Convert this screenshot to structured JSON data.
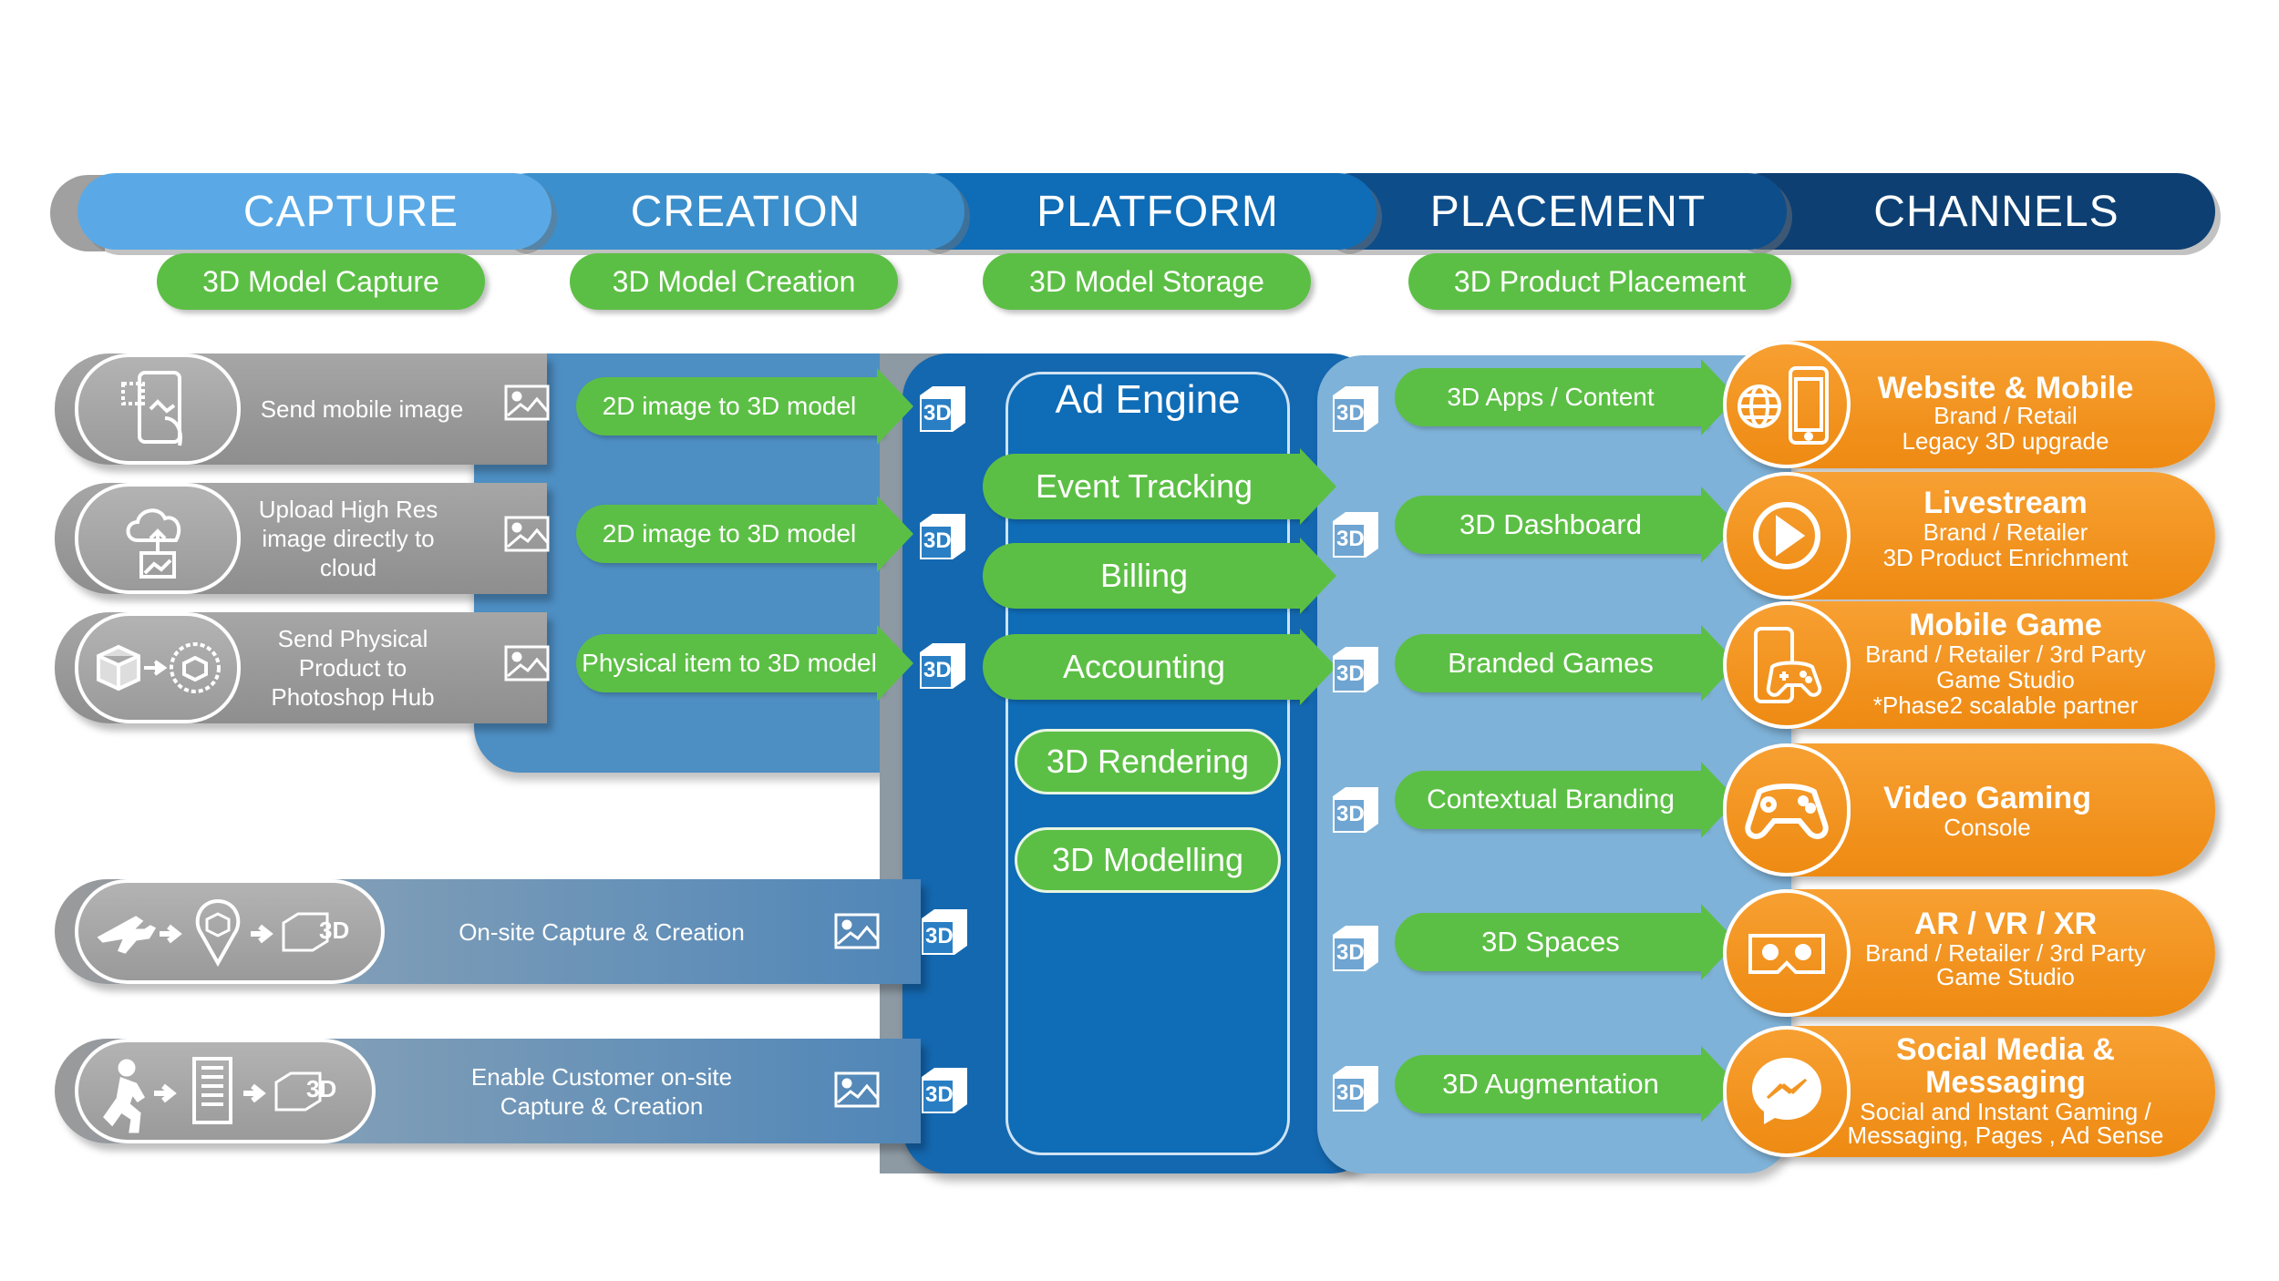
{
  "stages": {
    "capture": "CAPTURE",
    "creation": "CREATION",
    "platform": "PLATFORM",
    "placement": "PLACEMENT",
    "channels": "CHANNELS"
  },
  "stage_subtitles": {
    "capture": "3D Model Capture",
    "creation": "3D Model Creation",
    "platform": "3D Model Storage",
    "placement": "3D Product Placement"
  },
  "capture_rows": [
    {
      "text": "Send mobile image",
      "icon": "mobile-image-icon"
    },
    {
      "text": "Upload High Res image directly to cloud",
      "icon": "cloud-upload-icon"
    },
    {
      "text": "Send Physical Product to Photoshop Hub",
      "icon": "ship-product-icon"
    },
    {
      "text": "On-site Capture & Creation",
      "icon": "onsite-capture-icon"
    },
    {
      "text": "Enable Customer on-site Capture & Creation",
      "icon": "customer-capture-icon"
    }
  ],
  "creation_arrows": [
    "2D image to 3D model",
    "2D image to 3D model",
    "Physical item to 3D model"
  ],
  "ad_engine": {
    "title": "Ad Engine",
    "arrow_items": [
      "Event Tracking",
      "Billing",
      "Accounting"
    ],
    "items": [
      "3D Rendering",
      "3D Modelling"
    ]
  },
  "placement_arrows": [
    "3D Apps / Content",
    "3D Dashboard",
    "Branded Games",
    "Contextual Branding",
    "3D Spaces",
    "3D Augmentation"
  ],
  "channels": [
    {
      "title": "Website & Mobile",
      "lines": [
        "Brand / Retail",
        "Legacy 3D upgrade"
      ],
      "icon": "globe-phone-icon"
    },
    {
      "title": "Livestream",
      "lines": [
        "Brand / Retailer",
        "3D Product Enrichment"
      ],
      "icon": "play-icon"
    },
    {
      "title": "Mobile Game",
      "lines": [
        "Brand / Retailer / 3rd Party",
        "Game Studio",
        "*Phase2 scalable partner"
      ],
      "icon": "mobile-gamepad-icon"
    },
    {
      "title": "Video Gaming",
      "lines": [
        "Console"
      ],
      "icon": "gamepad-icon"
    },
    {
      "title": "AR / VR / XR",
      "lines": [
        "Brand / Retailer / 3rd Party",
        "Game Studio"
      ],
      "icon": "vr-headset-icon"
    },
    {
      "title": "Social Media & Messaging",
      "lines": [
        "Social and Instant Gaming /",
        "Messaging, Pages , Ad Sense"
      ],
      "icon": "messenger-icon"
    }
  ],
  "icon_label": "3D",
  "colors": {
    "capture": "#5aa9e6",
    "creation": "#3d8fc9",
    "platform": "#0f6fb8",
    "placement": "#0c4f8a",
    "channels": "#0a3d6e",
    "green": "#5cbf45",
    "orange": "#f39522"
  }
}
